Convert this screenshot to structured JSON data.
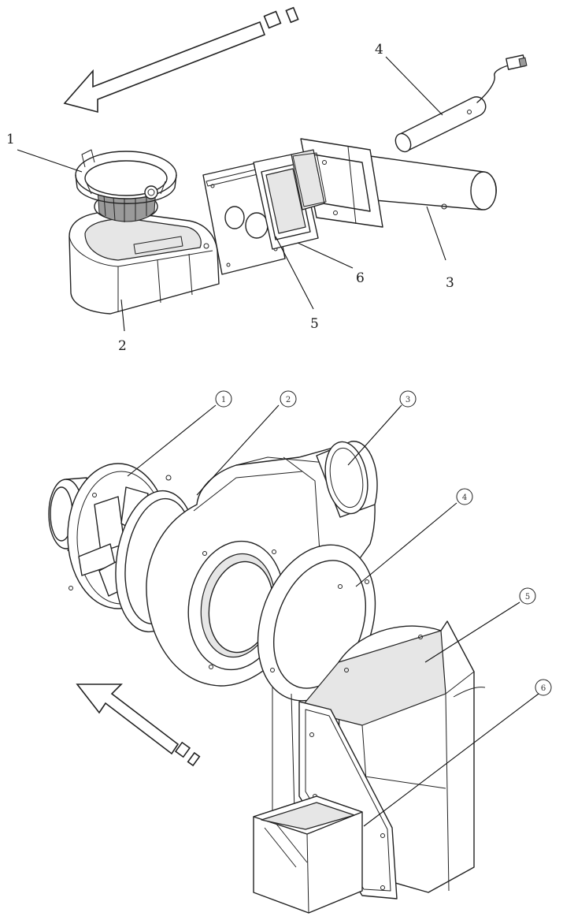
{
  "colors": {
    "line": "#222222",
    "background": "#ffffff",
    "shade": "#e6e6e6"
  },
  "top_assembly": {
    "labels": [
      "1",
      "2",
      "3",
      "4",
      "5",
      "6"
    ]
  },
  "bottom_assembly": {
    "labels": [
      "1",
      "2",
      "3",
      "4",
      "5",
      "6"
    ]
  }
}
